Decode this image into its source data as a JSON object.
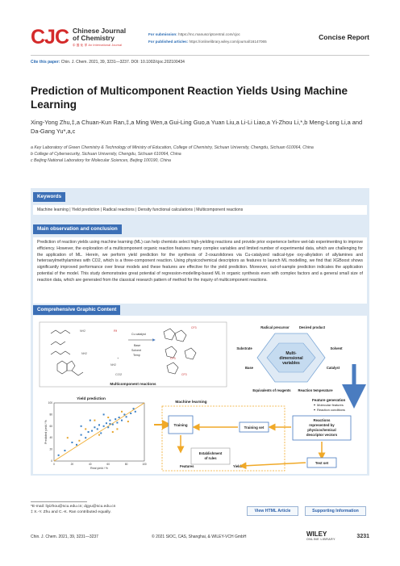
{
  "header": {
    "logo": "CJC",
    "journal_line1": "Chinese Journal",
    "journal_line2": "of Chemistry",
    "journal_sub": "中 国 化 学 An International Journal",
    "submission_label": "For submission:",
    "submission_url": "https://mc.manuscriptcentral.com/cjoc",
    "published_label": "For published articles:",
    "published_url": "https://onlinelibrary.wiley.com/journal/16147065",
    "article_type": "Concise Report"
  },
  "citation": {
    "label": "Cite this paper:",
    "text": "Chin. J. Chem. 2021, 39, 3231—3237. DOI: 10.1002/cjoc.202100434"
  },
  "title": "Prediction of Multicomponent Reaction Yields Using Machine Learning",
  "authors": "Xing-Yong Zhu,‡,a Chuan-Kun Ran,‡,a Ming Wen,a Gui-Ling Guo,a Yuan Liu,a Li-Li Liao,a Yi-Zhou Li,*,b Meng-Long Li,a and Da-Gang Yu*,a,c",
  "affiliations": [
    "a Key Laboratory of Green Chemistry & Technology of Ministry of Education, College of Chemistry, Sichuan University, Chengdu, Sichuan 610064, China",
    "b College of Cybersecurity, Sichuan University, Chengdu, Sichuan 610064, China",
    "c Beijing National Laboratory for Molecular Sciences, Beijing 100190, China"
  ],
  "keywords": {
    "heading": "Keywords",
    "items": "Machine learning | Yield prediction | Radical reactions | Density functional calculations | Multicomponent reactions"
  },
  "abstract": {
    "heading": "Main observation and conclusion",
    "text": "Prediction of reaction yields using machine learning (ML) can help chemists select high-yielding reactions and provide prior experience before wet-lab experimenting to improve efficiency. However, the exploration of a multicomponent organic reaction features many complex variables and limited number of experimental data, which are challenging for the application of ML. Herein, we perform yield prediction for the synthesis of 2-oxazolidones via Cu-catalyzed radical-type oxy-alkylation of allylamines and heteroarylmethylamines with CO2, which is a three-component reaction. Using physicochemical descriptors as features to launch ML modelling, we find that XGBoost shows significantly improved performance over linear models and these features are effective for the yield prediction. Moreover, out-of-sample prediction indicates the application potential of the model. This study demonstrates great potential of regression-modelling-based ML in organic synthesis even with complex factors and a general small size of reaction data, which are generated from the classical research pattern of method for the inquiry of multicomponent reactions."
  },
  "graphic": {
    "heading": "Comprehensive Graphic Content",
    "reaction_caption": "Multicomponent reactions",
    "conditions": [
      "Cu catalyst",
      "Base",
      "Solvent",
      "Temp"
    ],
    "co2_label": "CO2",
    "hex_center": [
      "Multi-",
      "dimensional",
      "variables"
    ],
    "hex_nodes": [
      "Radical precursor",
      "Desired product",
      "Substrate",
      "Solvent",
      "Base",
      "Catalyst",
      "Equivalents of reagents",
      "Reaction temperature"
    ],
    "yield_title": "Yield prediction",
    "yield_xlabel": "Real yield / %",
    "yield_ylabel": "Predicted yield / %",
    "ml_title": "Machine learning",
    "training_label": "Training",
    "training_set": "Training set",
    "test_set": "Test set",
    "establishment": [
      "Establishment",
      "of rules"
    ],
    "features_label": "Features",
    "yields_label": "Yields",
    "feature_gen_title": "Feature generation",
    "feature_gen_items": [
      "Molecular features",
      "Reaction conditions"
    ],
    "reactions_box": [
      "Reactions",
      "represented by",
      "physicochemical",
      "descriptor vectors"
    ]
  },
  "chart_data": {
    "type": "scatter",
    "title": "Yield prediction",
    "xlabel": "Real yield / %",
    "ylabel": "Predicted yield / %",
    "xlim": [
      0,
      100
    ],
    "ylim": [
      0,
      100
    ],
    "xticks": [
      "0",
      "20",
      "40",
      "60",
      "80",
      "100"
    ],
    "yticks": [
      "0",
      "20",
      "40",
      "60",
      "80",
      "100"
    ],
    "series": [
      {
        "color": "#3a7fc4",
        "points": [
          [
            5,
            10
          ],
          [
            12,
            18
          ],
          [
            20,
            32
          ],
          [
            25,
            28
          ],
          [
            30,
            45
          ],
          [
            35,
            40
          ],
          [
            38,
            50
          ],
          [
            42,
            52
          ],
          [
            45,
            58
          ],
          [
            48,
            55
          ],
          [
            50,
            62
          ],
          [
            52,
            48
          ],
          [
            55,
            60
          ],
          [
            58,
            65
          ],
          [
            60,
            58
          ],
          [
            62,
            70
          ],
          [
            65,
            63
          ],
          [
            68,
            72
          ],
          [
            70,
            66
          ],
          [
            72,
            75
          ],
          [
            75,
            70
          ],
          [
            78,
            80
          ],
          [
            80,
            76
          ],
          [
            85,
            82
          ],
          [
            88,
            90
          ],
          [
            90,
            85
          ],
          [
            30,
            60
          ],
          [
            40,
            70
          ],
          [
            55,
            80
          ],
          [
            62,
            64
          ]
        ]
      },
      {
        "color": "#e6a630",
        "points": [
          [
            15,
            40
          ],
          [
            28,
            35
          ],
          [
            45,
            70
          ],
          [
            50,
            45
          ],
          [
            60,
            75
          ],
          [
            70,
            55
          ],
          [
            75,
            85
          ],
          [
            82,
            68
          ],
          [
            35,
            55
          ],
          [
            65,
            50
          ]
        ]
      }
    ],
    "fit_line": [
      [
        0,
        0
      ],
      [
        100,
        100
      ]
    ]
  },
  "footnote": {
    "email": "*E-mail: liyizhou@scu.edu.cn; dgyu@scu.edu.cn",
    "contrib": "‡ X.-Y. Zhu and C.-K. Ran contributed equally."
  },
  "buttons": {
    "html": "View HTML Article",
    "supporting": "Supporting Information"
  },
  "footer": {
    "journal": "Chin. J. Chem. 2021, 39, 3231—3237",
    "copyright": "© 2021 SIOC, CAS, Shanghai, & WILEY-VCH GmbH",
    "publisher": "WILEY",
    "publisher_sub": "ONLINE LIBRARY",
    "page": "3231"
  },
  "colors": {
    "brand_red": "#d42a2a",
    "section_blue": "#3b6fb6",
    "panel_bg": "#dfeaf5",
    "arrow_orange": "#f0a928",
    "box_blue": "#4a7cc0"
  }
}
